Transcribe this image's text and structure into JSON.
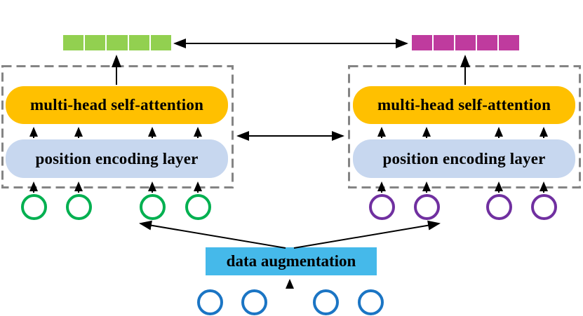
{
  "encoders": {
    "left": {
      "attention_label": "multi-head self-attention",
      "encoding_label": "position encoding layer",
      "input_tokens": 4
    },
    "right": {
      "attention_label": "multi-head self-attention",
      "encoding_label": "position encoding layer",
      "input_tokens": 4
    }
  },
  "embeddings": {
    "left": {
      "segments": 5
    },
    "right": {
      "segments": 5
    }
  },
  "augmentation": {
    "label": "data augmentation"
  },
  "input": {
    "tokens": 4
  },
  "colors": {
    "background": "#FFFFFF",
    "text": "#000000",
    "arrow": "#000000",
    "green_bar": "#92D050",
    "magenta_bar": "#BF3B9E",
    "orange_box": "#FFC000",
    "periwinkle_box": "#C7D7EF",
    "skyblue_box": "#45B9EA",
    "green_circle": "#00B050",
    "purple_circle": "#7030A0",
    "blue_circle": "#1B75C4",
    "dashed_border": "#848484"
  }
}
